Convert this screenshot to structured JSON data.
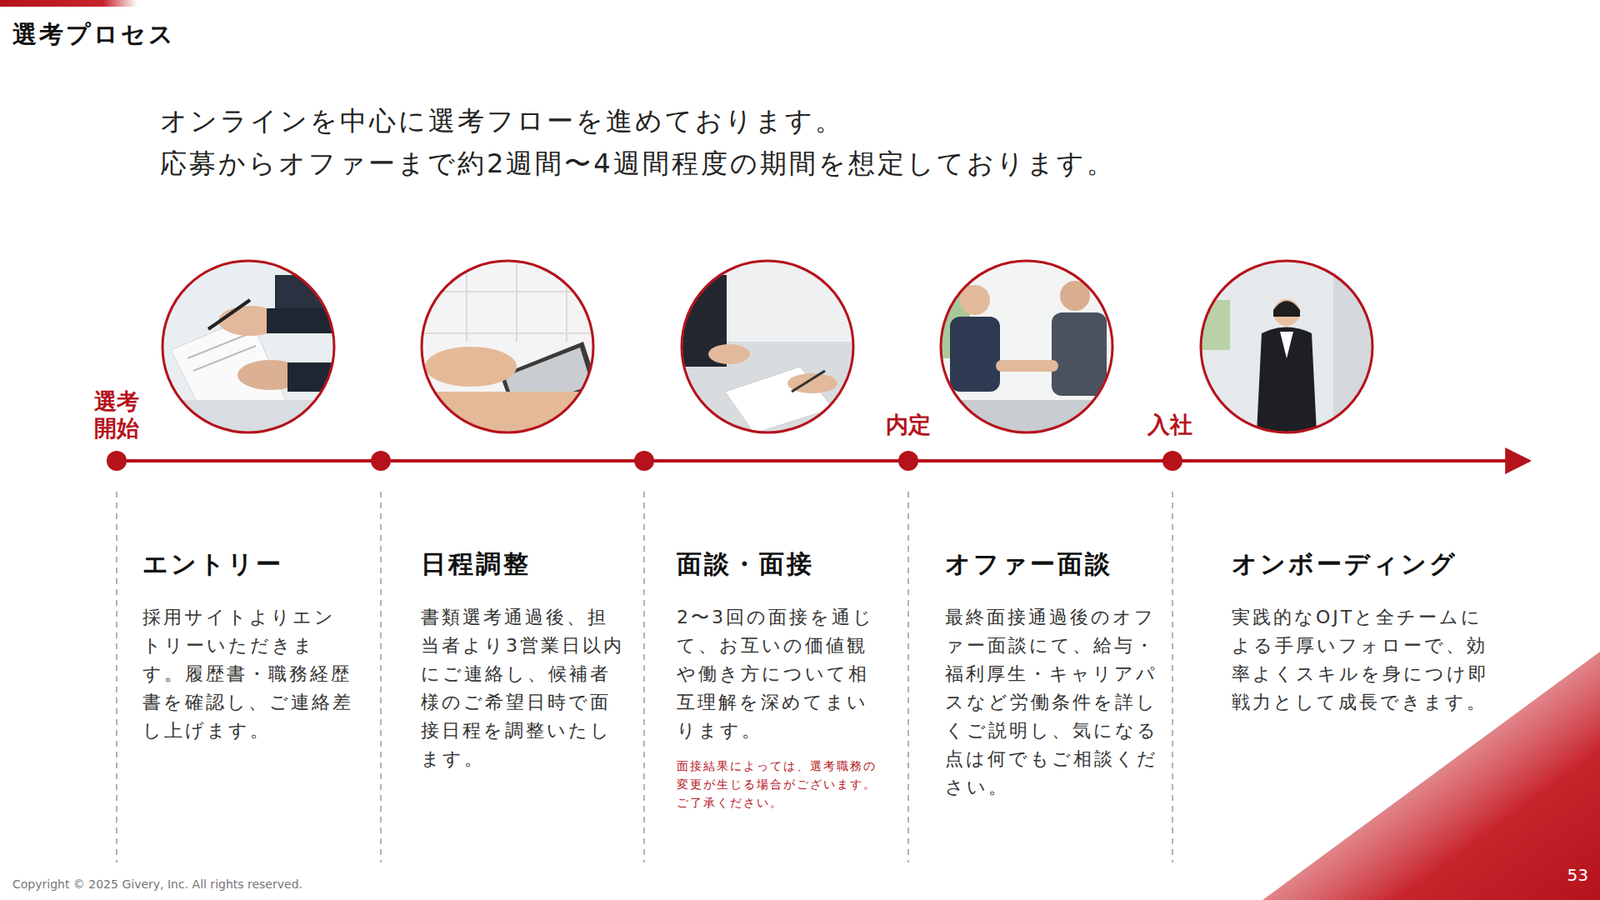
{
  "diagram": {
    "title": "選考プロセス",
    "nodes": [
      {
        "text": [
          "エントリー",
          "採用サイトよりエントリーいただきます。履歴書・職務経歴書を確認し、ご連絡差し上げます。"
        ]
      },
      {
        "text": [
          "日程調整",
          "書類選考通過後、担当者より3営業日以内にご連絡し、候補者様のご希望日時で面接日程を調整いたします。"
        ]
      },
      {
        "text": [
          "面談・面接",
          "2〜3回の面接を通じて、お互いの価値観や働き方について相互理解を深めてまいります。",
          "面接結果によっては、選考職務の変更が生じる場合がございます。ご了承ください。"
        ]
      },
      {
        "text": [
          "オファー面談",
          "最終面接通過後のオファー面談にて、給与・福利厚生・キャリアパスなど労働条件を詳しくご説明し、気になる点は何でもご相談ください。"
        ]
      },
      {
        "text": [
          "オンボーディング",
          "実践的なOJTと全チームによる手厚いフォローで、効率よくスキルを身につけ即戦力として成長できます。"
        ]
      }
    ],
    "labels": [
      "オンラインを中心に選考フローを進めております。",
      "応募からオファーまで約2週間〜4週間程度の期間を想定しております。",
      "選考開始",
      "内定",
      "入社",
      "Copyright © 2025 Givery, Inc. All rights reserved.",
      "53"
    ]
  }
}
